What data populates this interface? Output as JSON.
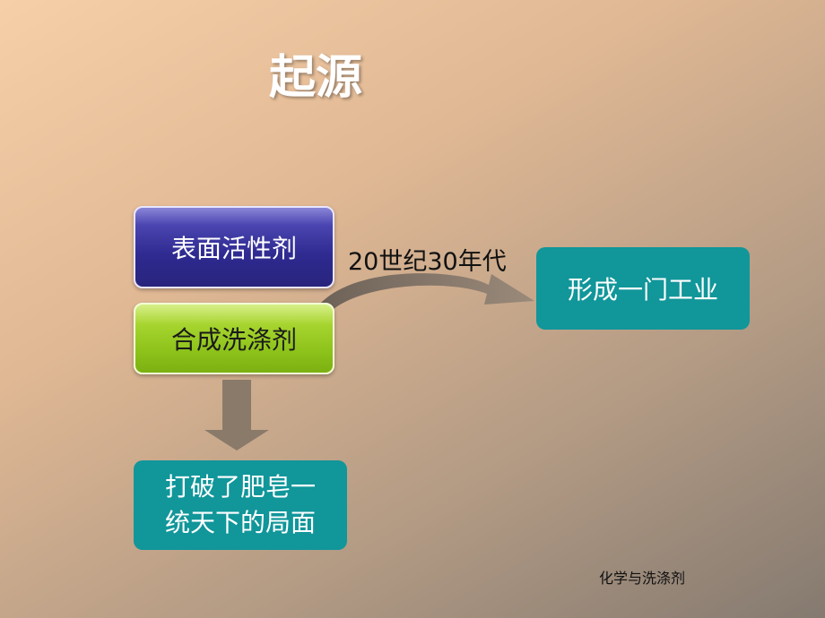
{
  "slide": {
    "title": "起源",
    "era_label": "20世纪30年代",
    "footer": "化学与洗涤剂"
  },
  "boxes": {
    "surfactant": "表面活性剂",
    "synthetic_detergent": "合成洗涤剂",
    "industry": "形成一门工业",
    "break_line1": "打破了肥皂一",
    "break_line2": "统天下的局面"
  },
  "colors": {
    "blue_box": "#2e2a90",
    "green_box": "#8cc21a",
    "teal_box": "#11969a",
    "arrow": "#8a7a6a"
  }
}
